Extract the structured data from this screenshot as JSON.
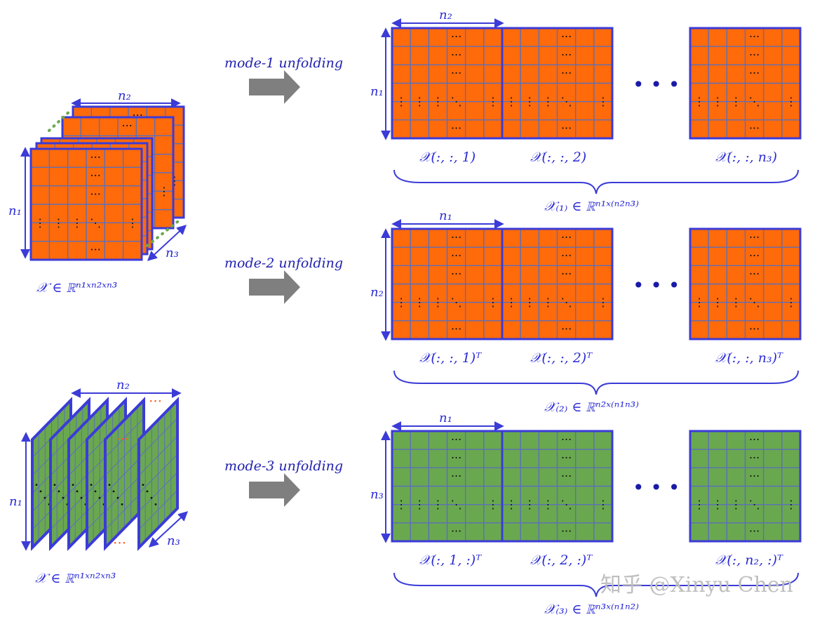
{
  "colors": {
    "border": "#3b3bd8",
    "orange": "#ff6a0a",
    "green": "#6aa84f",
    "grid": "#5b6fb8",
    "arrow": "#7f7f7f",
    "label": "#1f1fb0",
    "math": "#2b2bd6",
    "dotsOrange": "#ff5a1f",
    "dotsGreen": "#6aa84f",
    "watermark": "#bfbfbf"
  },
  "tensors": {
    "top": {
      "n1": "n₁",
      "n2": "n₂",
      "n3": "n₃",
      "caption": "𝒳 ∈ ℝⁿ¹ˣⁿ²ˣⁿ³"
    },
    "bottom": {
      "n1": "n₁",
      "n2": "n₂",
      "n3": "n₃",
      "caption": "𝒳 ∈ ℝⁿ¹ˣⁿ²ˣⁿ³"
    }
  },
  "rows": [
    {
      "mode_label": "mode-1 unfolding",
      "color": "orange",
      "top_dim": "n₂",
      "side_dim": "n₁",
      "slice_labels": [
        "𝒳(:, :, 1)",
        "𝒳(:, :, 2)",
        "𝒳(:, :, n₃)"
      ],
      "formula": "𝒳₍₁₎ ∈ ℝⁿ¹ˣ⁽ⁿ²ⁿ³⁾"
    },
    {
      "mode_label": "mode-2 unfolding",
      "color": "orange",
      "top_dim": "n₁",
      "side_dim": "n₂",
      "slice_labels": [
        "𝒳(:, :, 1)ᵀ",
        "𝒳(:, :, 2)ᵀ",
        "𝒳(:, :, n₃)ᵀ"
      ],
      "formula": "𝒳₍₂₎ ∈ ℝⁿ²ˣ⁽ⁿ¹ⁿ³⁾"
    },
    {
      "mode_label": "mode-3 unfolding",
      "color": "green",
      "top_dim": "n₁",
      "side_dim": "n₃",
      "slice_labels": [
        "𝒳(:, 1, :)ᵀ",
        "𝒳(:, 2, :)ᵀ",
        "𝒳(:, n₂, :)ᵀ"
      ],
      "formula": "𝒳₍₃₎ ∈ ℝⁿ³ˣ⁽ⁿ¹ⁿ²⁾"
    }
  ],
  "ellipsis": "• • •",
  "cell_dots": {
    "h": "···",
    "v": "⋮",
    "d": "⋱"
  },
  "watermark": "知乎 @Xinyu Chen"
}
